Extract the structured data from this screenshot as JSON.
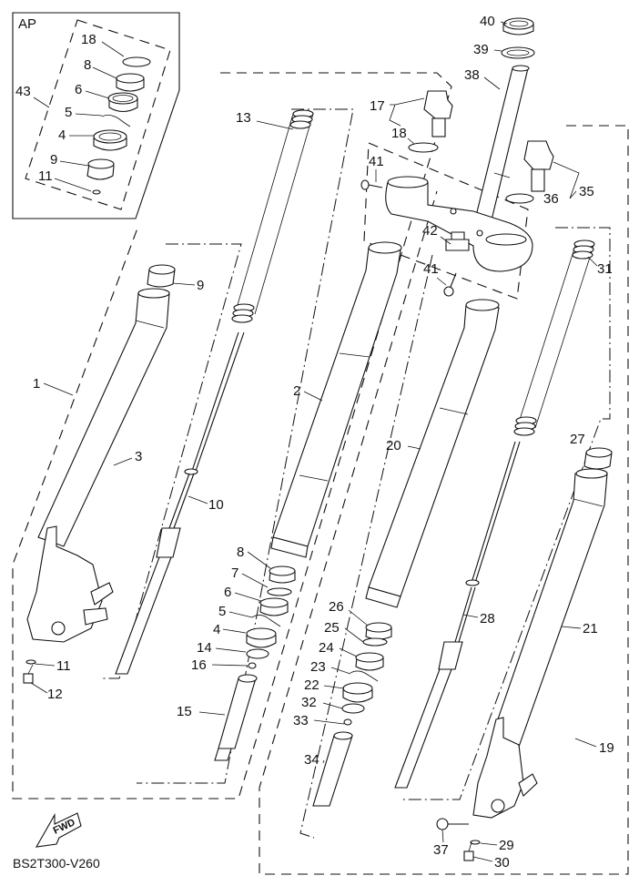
{
  "diagram": {
    "title_code": "BS2T300-V260",
    "inset_label": "AP",
    "direction_badge": "FWD",
    "callouts": [
      {
        "id": "c1",
        "text": "1"
      },
      {
        "id": "c2",
        "text": "2"
      },
      {
        "id": "c3",
        "text": "3"
      },
      {
        "id": "c4a",
        "text": "4"
      },
      {
        "id": "c4b",
        "text": "4"
      },
      {
        "id": "c5a",
        "text": "5"
      },
      {
        "id": "c5b",
        "text": "5"
      },
      {
        "id": "c6a",
        "text": "6"
      },
      {
        "id": "c6b",
        "text": "6"
      },
      {
        "id": "c7",
        "text": "7"
      },
      {
        "id": "c8a",
        "text": "8"
      },
      {
        "id": "c8b",
        "text": "8"
      },
      {
        "id": "c9a",
        "text": "9"
      },
      {
        "id": "c9b",
        "text": "9"
      },
      {
        "id": "c10",
        "text": "10"
      },
      {
        "id": "c11a",
        "text": "11"
      },
      {
        "id": "c11b",
        "text": "11"
      },
      {
        "id": "c12",
        "text": "12"
      },
      {
        "id": "c13",
        "text": "13"
      },
      {
        "id": "c14",
        "text": "14"
      },
      {
        "id": "c15",
        "text": "15"
      },
      {
        "id": "c16",
        "text": "16"
      },
      {
        "id": "c17",
        "text": "17"
      },
      {
        "id": "c18a",
        "text": "18"
      },
      {
        "id": "c18b",
        "text": "18"
      },
      {
        "id": "c19",
        "text": "19"
      },
      {
        "id": "c20",
        "text": "20"
      },
      {
        "id": "c21",
        "text": "21"
      },
      {
        "id": "c22",
        "text": "22"
      },
      {
        "id": "c23",
        "text": "23"
      },
      {
        "id": "c24",
        "text": "24"
      },
      {
        "id": "c25",
        "text": "25"
      },
      {
        "id": "c26",
        "text": "26"
      },
      {
        "id": "c27",
        "text": "27"
      },
      {
        "id": "c28",
        "text": "28"
      },
      {
        "id": "c29",
        "text": "29"
      },
      {
        "id": "c30",
        "text": "30"
      },
      {
        "id": "c31",
        "text": "31"
      },
      {
        "id": "c32",
        "text": "32"
      },
      {
        "id": "c33",
        "text": "33"
      },
      {
        "id": "c34",
        "text": "34"
      },
      {
        "id": "c35",
        "text": "35"
      },
      {
        "id": "c36",
        "text": "36"
      },
      {
        "id": "c37",
        "text": "37"
      },
      {
        "id": "c38",
        "text": "38"
      },
      {
        "id": "c39",
        "text": "39"
      },
      {
        "id": "c40",
        "text": "40"
      },
      {
        "id": "c41a",
        "text": "41"
      },
      {
        "id": "c41b",
        "text": "41"
      },
      {
        "id": "c42",
        "text": "42"
      },
      {
        "id": "c43",
        "text": "43"
      }
    ]
  }
}
